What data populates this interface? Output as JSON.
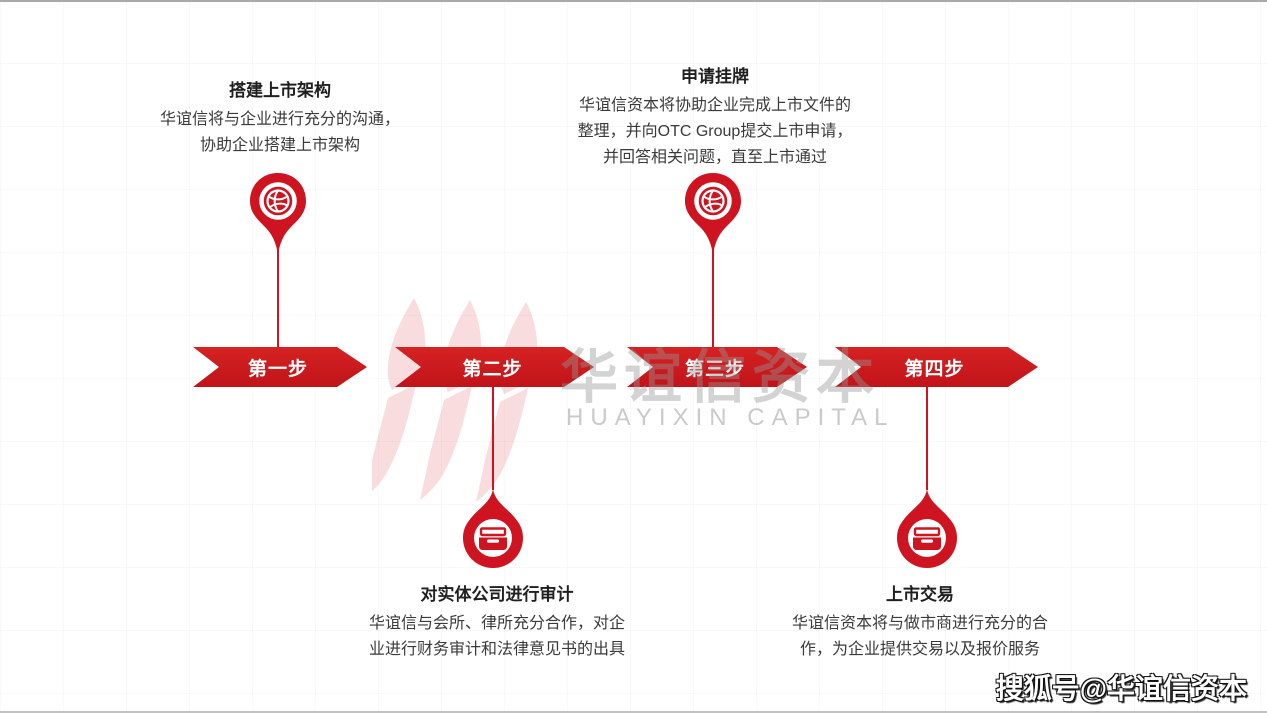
{
  "colors": {
    "primary_red": "#ce1420",
    "banner_red_top": "#d62222",
    "banner_red_bottom": "#c0141a",
    "watermark_gray": "#bdbdbd",
    "logo_pink": "#f3cdd0"
  },
  "steps": [
    {
      "banner_label": "第一步",
      "marker_icon": "map-pin-basketball-icon",
      "detail_position": "top",
      "title": "搭建上市架构",
      "body_lines": [
        "华谊信将与企业进行充分的沟通，",
        "协助企业搭建上市架构"
      ]
    },
    {
      "banner_label": "第二步",
      "marker_icon": "droplet-archive-box-icon",
      "detail_position": "bottom",
      "title": "对实体公司进行审计",
      "body_lines": [
        "华谊信与会所、律所充分合作，对企",
        "业进行财务审计和法律意见书的出具"
      ]
    },
    {
      "banner_label": "第三步",
      "marker_icon": "map-pin-basketball-icon",
      "detail_position": "top",
      "title": "申请挂牌",
      "body_lines": [
        "华谊信资本将协助企业完成上市文件的",
        "整理，并向OTC Group提交上市申请，",
        "并回答相关问题，直至上市通过"
      ]
    },
    {
      "banner_label": "第四步",
      "marker_icon": "droplet-archive-box-icon",
      "detail_position": "bottom",
      "title": "上市交易",
      "body_lines": [
        "华谊信资本将与做市商进行充分的合",
        "作，为企业提供交易以及报价服务"
      ]
    }
  ],
  "watermark": {
    "company_cn": "华谊信资本",
    "company_en": "HUAYIXIN CAPITAL"
  },
  "footer": {
    "sohu_watermark": "搜狐号@华谊信资本"
  }
}
